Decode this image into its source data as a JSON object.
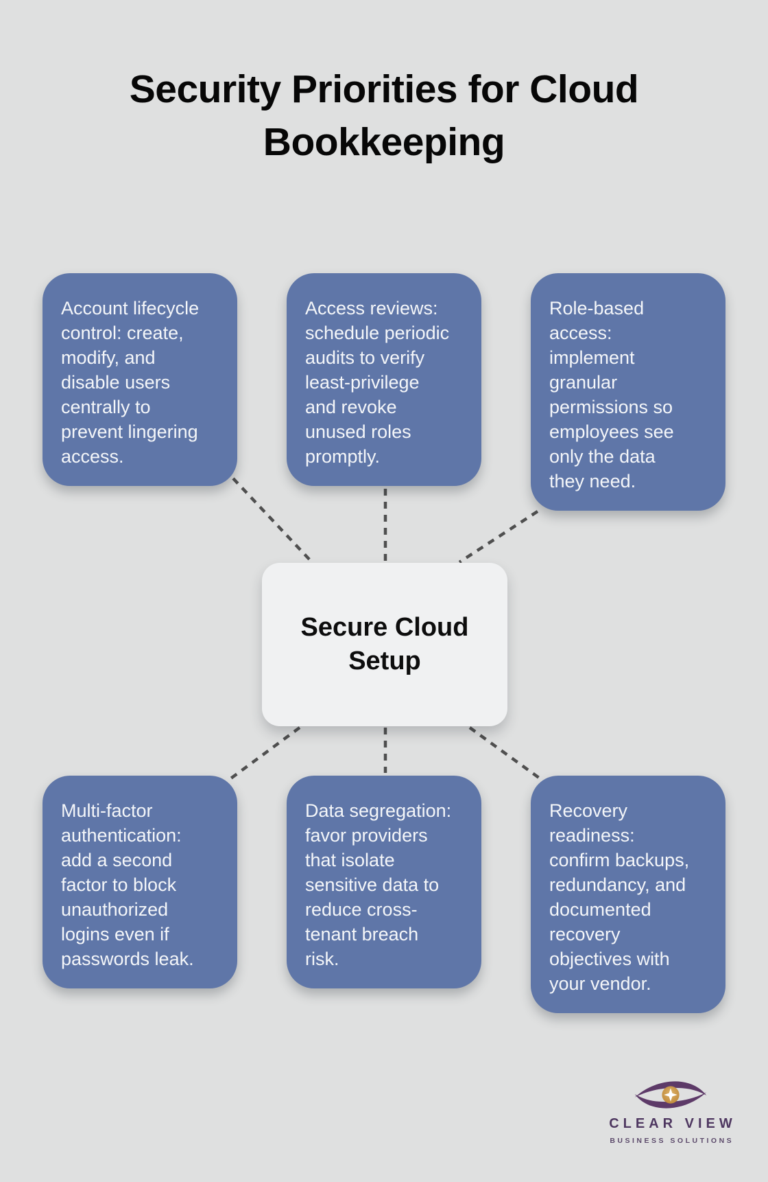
{
  "page": {
    "background": "#dfe0e0"
  },
  "title": "Security Priorities for Cloud\nBookkeeping",
  "hub": {
    "label": "Secure Cloud\nSetup",
    "background": "#f0f1f2",
    "text_color": "#0d0d0d"
  },
  "node_style": {
    "background": "#5f76a8",
    "text_color": "#f4f6f9"
  },
  "connector_color": "#4f4f4f",
  "nodes": [
    {
      "id": "account-lifecycle",
      "text": "Account lifecycle\ncontrol: create,\nmodify, and\ndisable users\ncentrally to\nprevent lingering\naccess."
    },
    {
      "id": "access-reviews",
      "text": "Access reviews:\nschedule periodic\naudits to verify\nleast-privilege\nand revoke\nunused roles\npromptly."
    },
    {
      "id": "role-based-access",
      "text": "Role-based\naccess:\nimplement\ngranular\npermissions so\nemployees see\nonly the data\nthey need."
    },
    {
      "id": "multi-factor-authentication",
      "text": "Multi-factor\nauthentication:\nadd a second\nfactor to block\nunauthorized\nlogins even if\npasswords leak."
    },
    {
      "id": "data-segregation",
      "text": "Data segregation:\nfavor providers\nthat isolate\nsensitive data to\nreduce cross-\ntenant breach\nrisk."
    },
    {
      "id": "recovery-readiness",
      "text": "Recovery\nreadiness:\nconfirm backups,\nredundancy, and\ndocumented\nrecovery\nobjectives with\nyour vendor."
    }
  ],
  "logo": {
    "brand": "CLEAR VIEW",
    "tagline": "BUSINESS SOLUTIONS",
    "purple": "#4e3760",
    "gold": "#c08b3b"
  }
}
